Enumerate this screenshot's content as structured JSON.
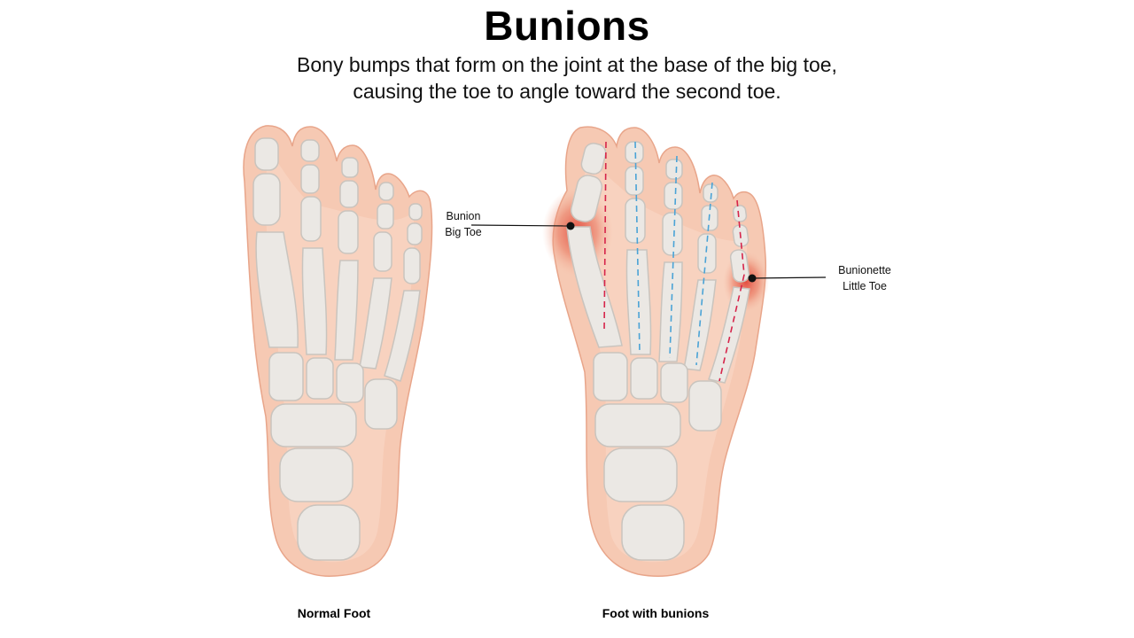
{
  "title": "Bunions",
  "subtitle": {
    "line1": "Bony bumps that form on the joint at the base of the big toe,",
    "line2": "causing the toe to angle toward the second toe."
  },
  "captions": {
    "normal": "Normal Foot",
    "bunion": "Foot with bunions"
  },
  "labels": {
    "bunion": {
      "line1": "Bunion",
      "line2": "Big Toe"
    },
    "bunionette": {
      "line1": "Bunionette",
      "line2": "Little Toe"
    }
  },
  "colors": {
    "skin": "#f6c9b3",
    "skin_outline": "#e8a58a",
    "bone": "#ebe8e4",
    "bone_shadow": "#c9c4be",
    "inflammation": "#e2463a",
    "deviation_line": "#d6244a",
    "normal_line": "#4aa3d6"
  }
}
